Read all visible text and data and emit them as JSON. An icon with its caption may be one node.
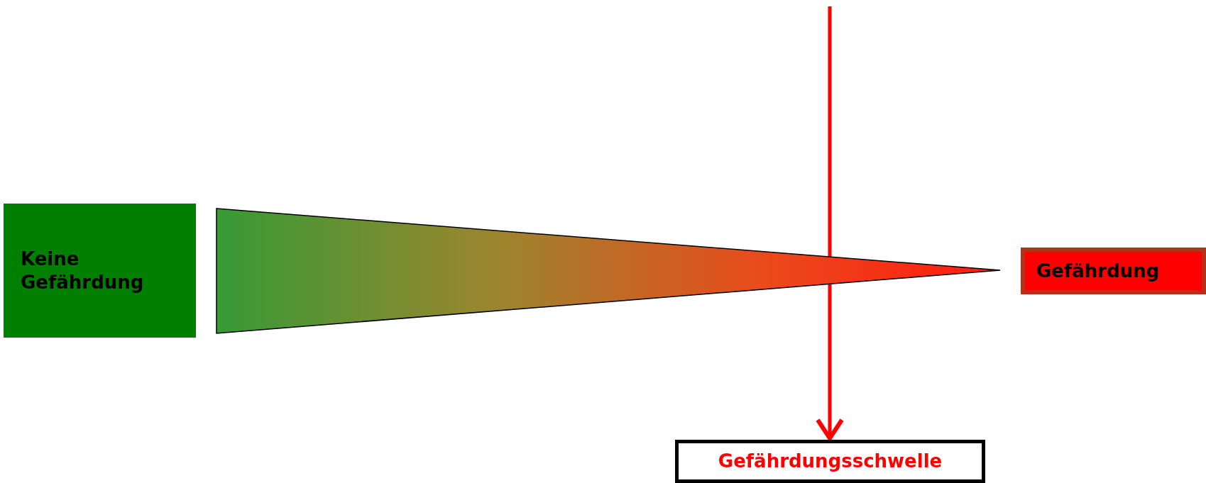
{
  "diagram": {
    "nodes": [
      {
        "text": [
          "Keine Gefährdung"
        ]
      },
      {
        "text": [],
        "shape": "triangle"
      },
      {
        "text": [
          "Gefährdung"
        ]
      },
      {
        "text": [
          "Gefährdungsschwelle"
        ]
      }
    ],
    "edges": [
      {
        "from": null,
        "to": 3,
        "arrow": "to",
        "color": "#ff0000"
      }
    ]
  }
}
